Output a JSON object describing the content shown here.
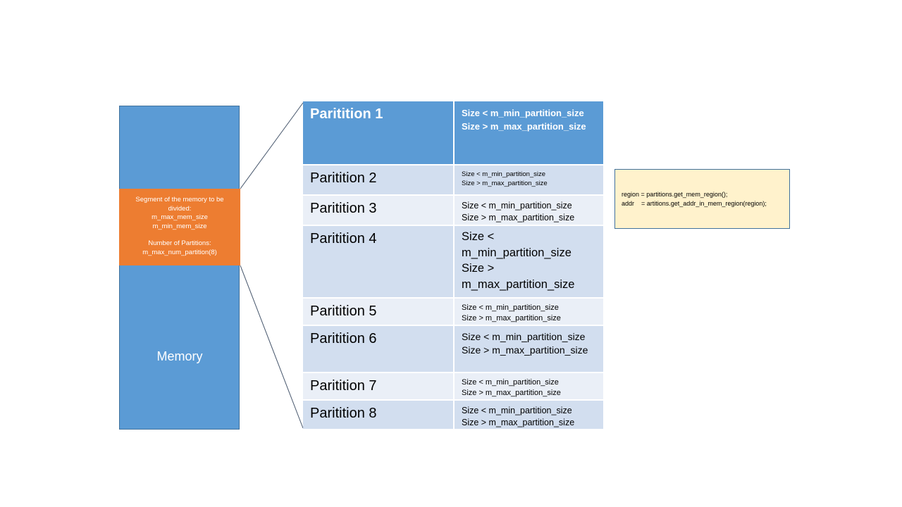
{
  "memory": {
    "label": "Memory",
    "segment_lines": [
      "Segment of the memory to be",
      "divided:",
      "m_max_mem_size",
      "m_min_mem_size",
      "",
      "Number of Partitions:",
      "m_max_num_partition(8)"
    ]
  },
  "partitions": [
    {
      "name": "Paritition 1",
      "min": "Size < m_min_partition_size",
      "max": "Size > m_max_partition_size"
    },
    {
      "name": "Paritition 2",
      "min": "Size < m_min_partition_size",
      "max": "Size > m_max_partition_size"
    },
    {
      "name": "Paritition 3",
      "min": "Size < m_min_partition_size",
      "max": "Size > m_max_partition_size"
    },
    {
      "name": "Paritition 4",
      "min": "Size < m_min_partition_size",
      "max": "Size > m_max_partition_size"
    },
    {
      "name": "Paritition 5",
      "min": "Size < m_min_partition_size",
      "max": "Size > m_max_partition_size"
    },
    {
      "name": "Paritition 6",
      "min": "Size < m_min_partition_size",
      "max": "Size > m_max_partition_size"
    },
    {
      "name": "Paritition 7",
      "min": "Size < m_min_partition_size",
      "max": "Size > m_max_partition_size"
    },
    {
      "name": "Paritition 8",
      "min": "Size < m_min_partition_size",
      "max": "Size > m_max_partition_size"
    }
  ],
  "callout": {
    "line1": "region = partitions.get_mem_region();",
    "line2": "addr    = artitions.get_addr_in_mem_region(region);"
  },
  "colors": {
    "memory_fill": "#5b9bd5",
    "segment_fill": "#ed7d31",
    "table_header": "#5b9bd5",
    "row_dark": "#d2deef",
    "row_light": "#eaeff7",
    "callout_fill": "#fff2cc"
  }
}
